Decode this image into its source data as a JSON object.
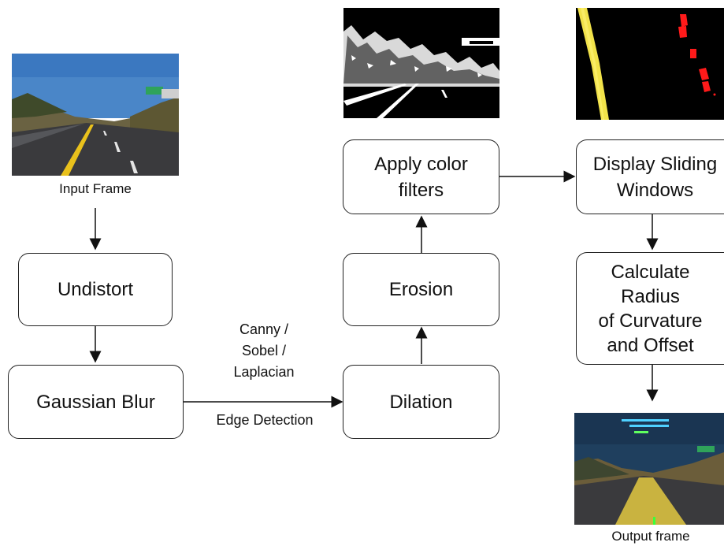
{
  "nodes": {
    "undistort": "Undistort",
    "gaussian_blur": "Gaussian Blur",
    "dilation": "Dilation",
    "erosion": "Erosion",
    "color_filters": "Apply color\nfilters",
    "sliding_windows": "Display Sliding\nWindows",
    "radius": "Calculate\nRadius\nof Curvature\nand Offset"
  },
  "captions": {
    "input_frame": "Input Frame",
    "output_frame": "Output frame",
    "edge_methods": "Canny /\nSobel /\nLaplacian",
    "edge_detection": "Edge Detection"
  },
  "colors": {
    "sky": "#4a86c8",
    "lane_yellow": "#f2e34a",
    "window_red": "#ff1a1a"
  }
}
